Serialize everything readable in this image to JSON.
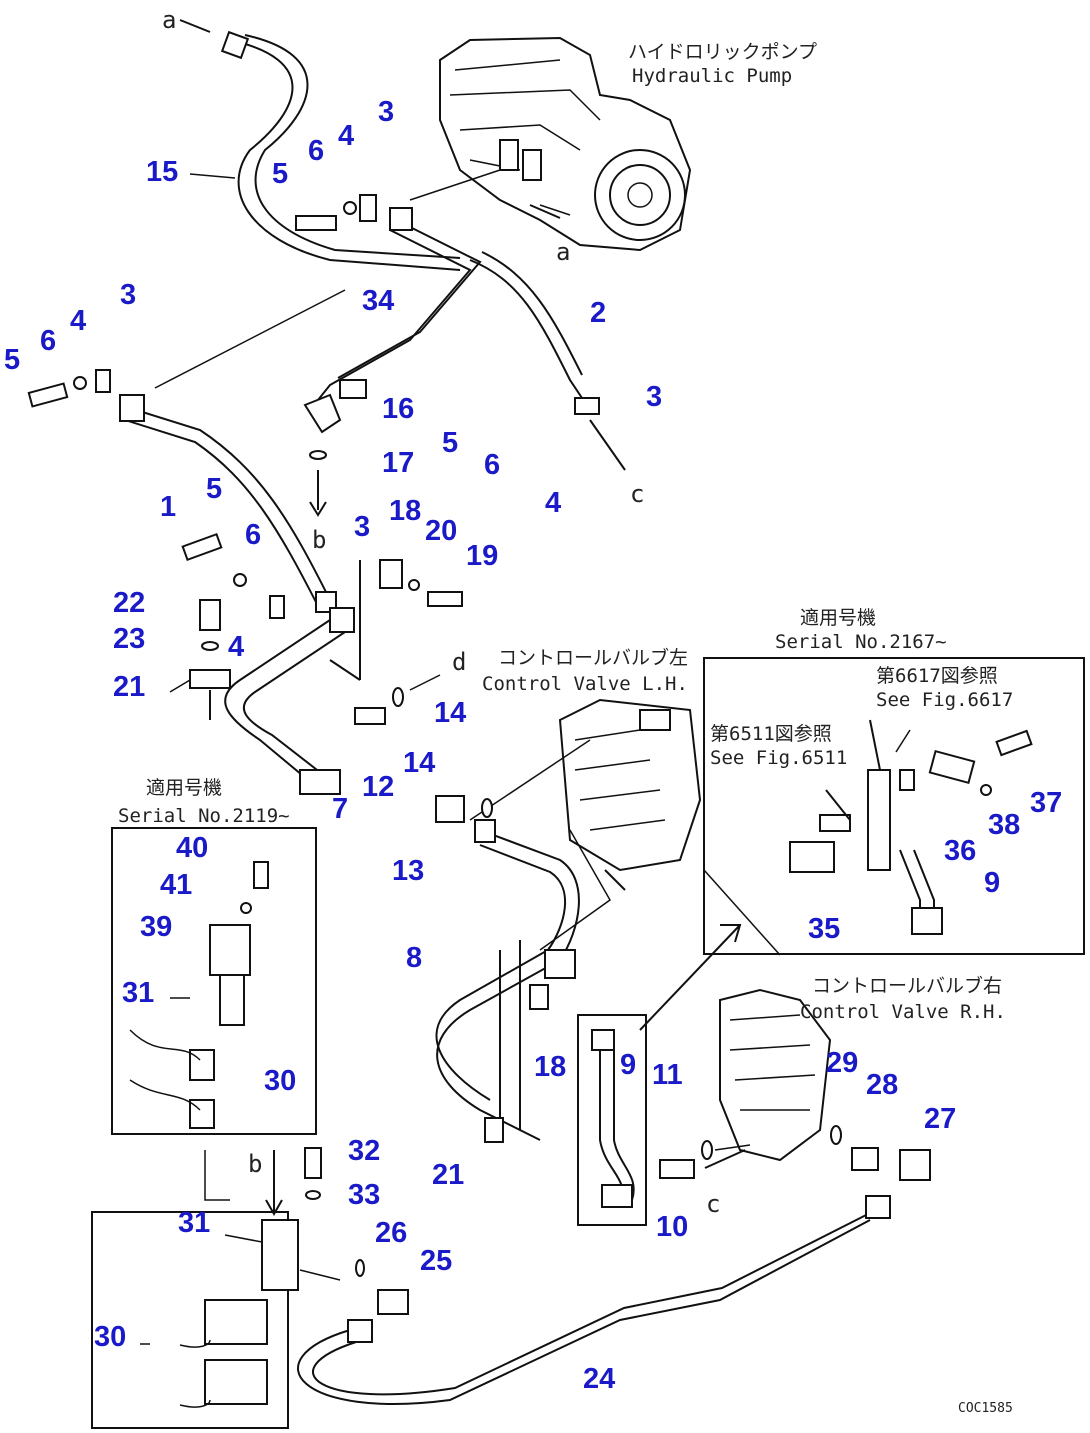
{
  "labels": {
    "hydraulic_pump_jp": "ハイドロリックポンプ",
    "hydraulic_pump_en": "Hydraulic Pump",
    "control_valve_lh_jp": "コントロールバルブ左",
    "control_valve_lh_en": "Control Valve L.H.",
    "control_valve_rh_jp": "コントロールバルブ右",
    "control_valve_rh_en": "Control Valve R.H.",
    "applicable_right_jp": "適用号機",
    "applicable_right_en": "Serial No.2167~",
    "see_fig_6617_jp": "第6617図参照",
    "see_fig_6617_en": "See Fig.6617",
    "see_fig_6511_jp": "第6511図参照",
    "see_fig_6511_en": "See Fig.6511",
    "applicable_left_jp": "適用号機",
    "applicable_left_en": "Serial No.2119~",
    "drawing_code": "COC1585"
  },
  "letters": [
    "a",
    "a",
    "b",
    "c",
    "c",
    "d",
    "b"
  ],
  "callouts": [
    "15",
    "5",
    "6",
    "4",
    "3",
    "34",
    "2",
    "3",
    "5",
    "6",
    "4",
    "1",
    "5",
    "6",
    "4",
    "16",
    "17",
    "5",
    "6",
    "4",
    "3",
    "3",
    "18",
    "20",
    "19",
    "22",
    "23",
    "21",
    "12",
    "14",
    "14",
    "7",
    "13",
    "40",
    "41",
    "39",
    "31",
    "30",
    "8",
    "18",
    "21",
    "9",
    "11",
    "10",
    "29",
    "28",
    "27",
    "32",
    "33",
    "31",
    "26",
    "25",
    "30",
    "24",
    "36",
    "38",
    "37",
    "35",
    "9"
  ]
}
